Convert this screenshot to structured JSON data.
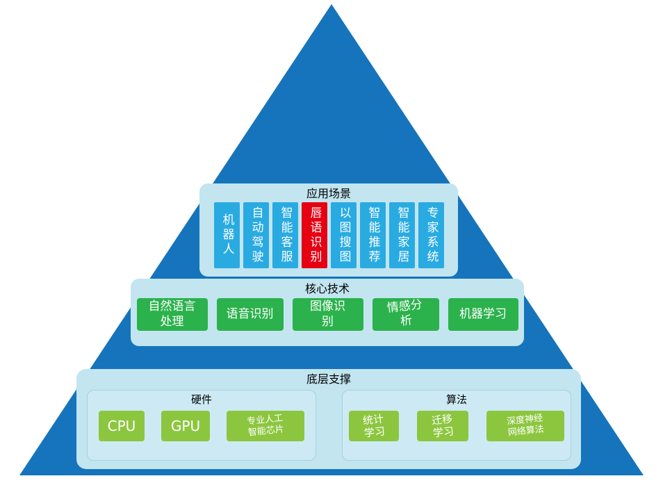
{
  "diagram": {
    "colors": {
      "pyramid": "#1574bb",
      "panel": "#c2e5f0",
      "app_box": "#29abe2",
      "highlight_box": "#e60012",
      "tech_box": "#2bb24c",
      "support_box": "#8cc63f"
    },
    "layers": {
      "applications": {
        "title": "应用场景",
        "items": [
          {
            "label": "机器人",
            "highlight": false
          },
          {
            "label": "自动驾驶",
            "highlight": false
          },
          {
            "label": "智能客服",
            "highlight": false
          },
          {
            "label": "唇语识别",
            "highlight": true
          },
          {
            "label": "以图搜图",
            "highlight": false
          },
          {
            "label": "智能推荐",
            "highlight": false
          },
          {
            "label": "智能家居",
            "highlight": false
          },
          {
            "label": "专家系统",
            "highlight": false
          }
        ]
      },
      "core_tech": {
        "title": "核心技术",
        "items": [
          "自然语言\n处理",
          "语音识别",
          "图像识\n别",
          "情感分\n析",
          "机器学习"
        ]
      },
      "foundation": {
        "title": "底层支撑",
        "groups": [
          {
            "title": "硬件",
            "items": [
              "CPU",
              "GPU",
              "专业人工\n智能芯片"
            ]
          },
          {
            "title": "算法",
            "items": [
              "统计\n学习",
              "迁移\n学习",
              "深度神经\n网络算法"
            ]
          }
        ]
      }
    }
  }
}
